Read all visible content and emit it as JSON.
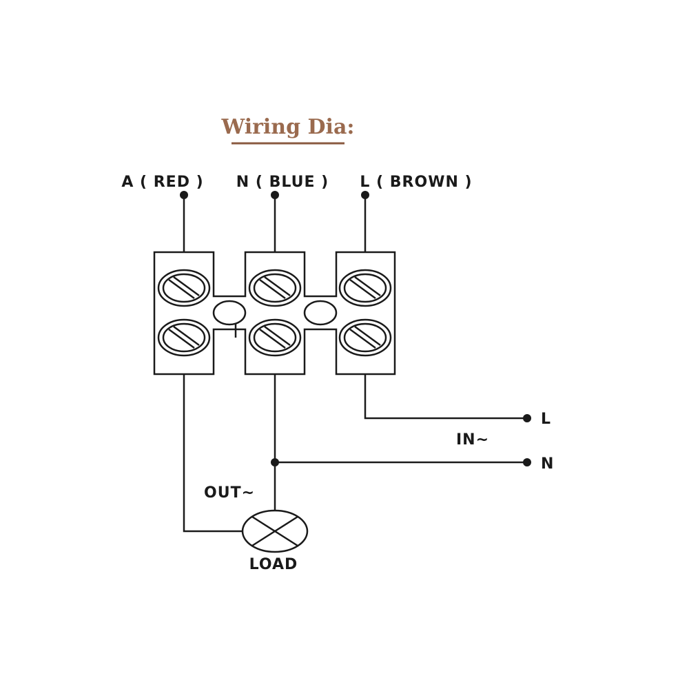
{
  "title": "Wiring Dia:",
  "colors": {
    "title": "#9a6a4e",
    "underline": "#8a5a40",
    "line": "#1a1a1a"
  },
  "wire_labels": {
    "a": "A ( RED )",
    "n": "N ( BLUE )",
    "l": "L ( BROWN )"
  },
  "supply": {
    "l": "L",
    "n": "N",
    "in": "IN~"
  },
  "output": {
    "out": "OUT~",
    "load": "LOAD"
  }
}
